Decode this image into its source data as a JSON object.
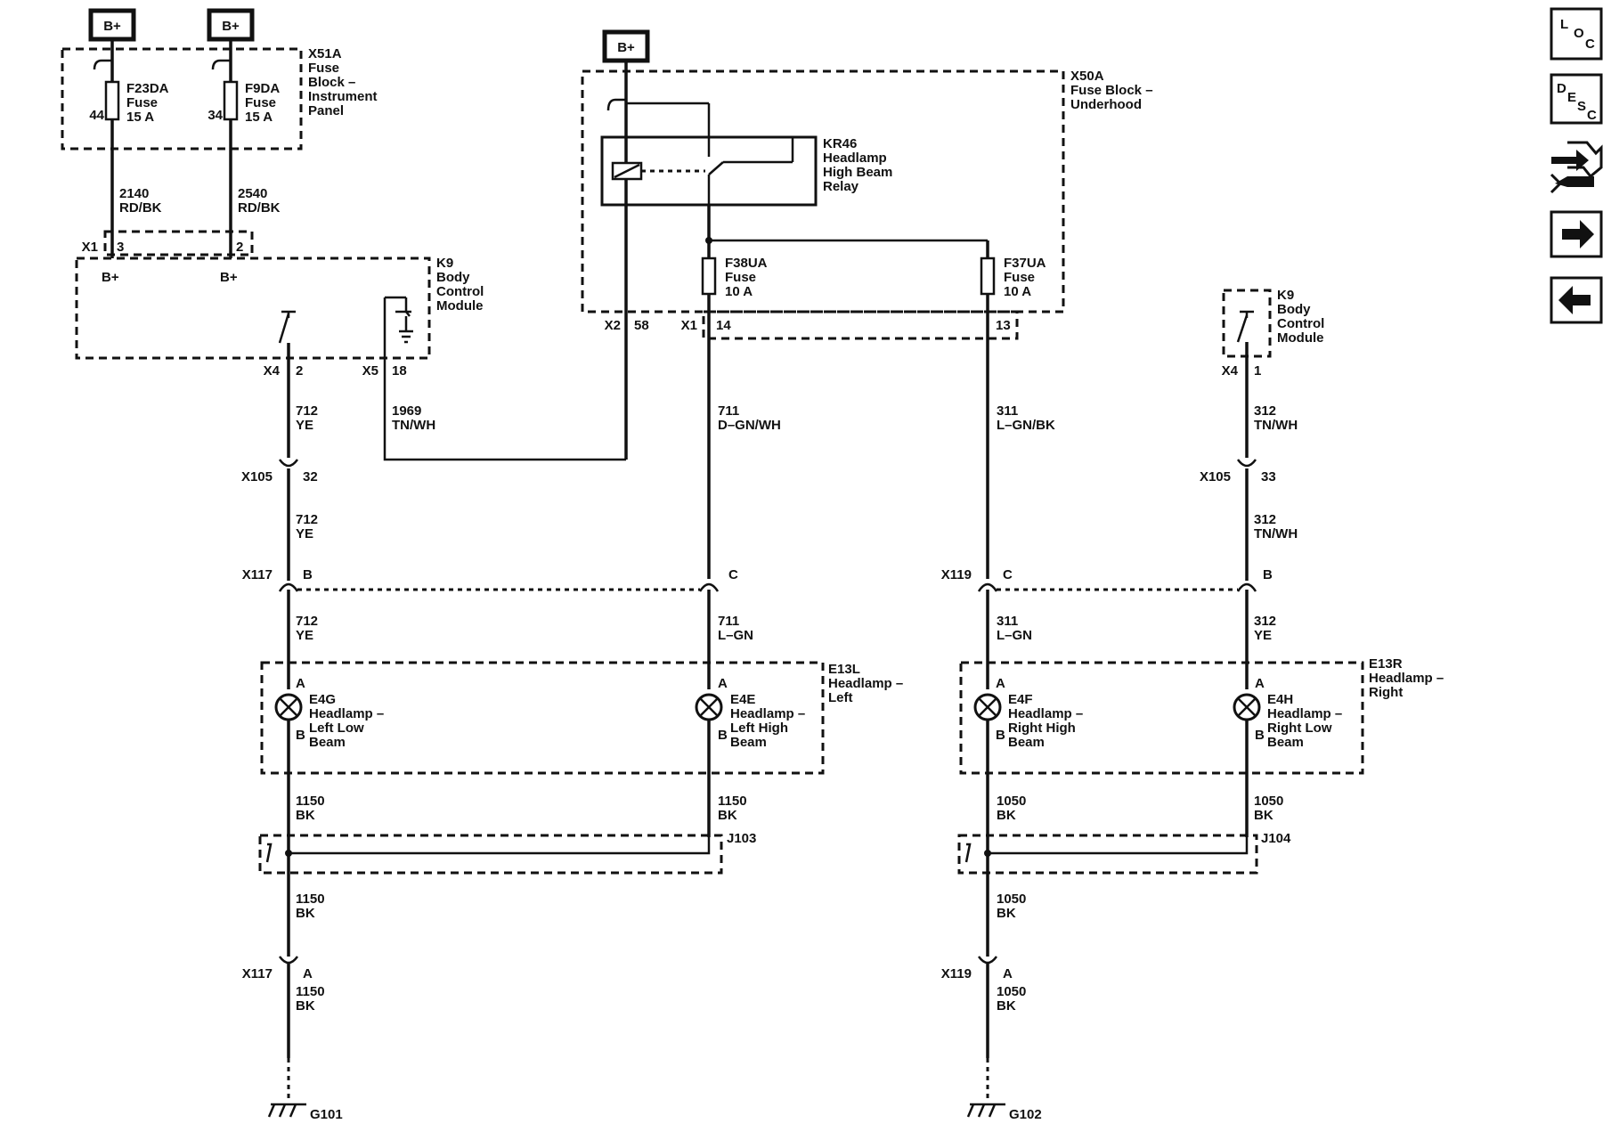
{
  "battery": {
    "label": "B+"
  },
  "x51a": {
    "id": "X51A",
    "name_1": "Fuse",
    "name_2": "Block –",
    "name_3": "Instrument",
    "name_4": "Panel"
  },
  "f23da": {
    "id": "F23DA",
    "type": "Fuse",
    "rating": "15 A",
    "pin": "44"
  },
  "f9da": {
    "id": "F9DA",
    "type": "Fuse",
    "rating": "15 A",
    "pin": "34"
  },
  "w2140": {
    "circuit": "2140",
    "color": "RD/BK"
  },
  "w2540": {
    "circuit": "2540",
    "color": "RD/BK"
  },
  "k9": {
    "id": "K9",
    "name_1": "Body",
    "name_2": "Control",
    "name_3": "Module",
    "bplus": "B+"
  },
  "k9_pins": {
    "x1": "X1",
    "x1_p3": "3",
    "x1_p2": "2",
    "x4": "X4",
    "x4_p2": "2",
    "x5": "X5",
    "x5_p18": "18",
    "x4_p1": "1"
  },
  "x50a": {
    "id": "X50A",
    "name_1": "Fuse Block –",
    "name_2": "Underhood"
  },
  "kr46": {
    "id": "KR46",
    "name_1": "Headlamp",
    "name_2": "High Beam",
    "name_3": "Relay"
  },
  "f38ua": {
    "id": "F38UA",
    "type": "Fuse",
    "rating": "10 A"
  },
  "f37ua": {
    "id": "F37UA",
    "type": "Fuse",
    "rating": "10 A"
  },
  "x50a_pins": {
    "x2": "X2",
    "x2_p58": "58",
    "x1": "X1",
    "x1_p14": "14",
    "x1_p13": "13"
  },
  "w712": {
    "circuit": "712",
    "color": "YE"
  },
  "w1969": {
    "circuit": "1969",
    "color": "TN/WH"
  },
  "w711a": {
    "circuit": "711",
    "color": "D–GN/WH"
  },
  "w711b": {
    "circuit": "711",
    "color": "L–GN"
  },
  "w311a": {
    "circuit": "311",
    "color": "L–GN/BK"
  },
  "w311b": {
    "circuit": "311",
    "color": "L–GN"
  },
  "w312": {
    "circuit": "312",
    "color": "TN/WH"
  },
  "w312b": {
    "circuit": "312",
    "color": "YE"
  },
  "w1150": {
    "circuit": "1150",
    "color": "BK"
  },
  "w1050": {
    "circuit": "1050",
    "color": "BK"
  },
  "x105": {
    "id": "X105",
    "p32": "32",
    "p33": "33"
  },
  "x117": {
    "id": "X117",
    "pB": "B",
    "pC": "C",
    "pA": "A"
  },
  "x119": {
    "id": "X119",
    "pC": "C",
    "pB": "B",
    "pA": "A"
  },
  "e13l": {
    "id": "E13L",
    "name_1": "Headlamp –",
    "name_2": "Left"
  },
  "e13r": {
    "id": "E13R",
    "name_1": "Headlamp –",
    "name_2": "Right"
  },
  "e4g": {
    "id": "E4G",
    "name_1": "Headlamp –",
    "name_2": "Left Low",
    "name_3": "Beam",
    "pA": "A",
    "pB": "B"
  },
  "e4e": {
    "id": "E4E",
    "name_1": "Headlamp –",
    "name_2": "Left High",
    "name_3": "Beam",
    "pA": "A",
    "pB": "B"
  },
  "e4f": {
    "id": "E4F",
    "name_1": "Headlamp –",
    "name_2": "Right High",
    "name_3": "Beam",
    "pA": "A",
    "pB": "B"
  },
  "e4h": {
    "id": "E4H",
    "name_1": "Headlamp –",
    "name_2": "Right Low",
    "name_3": "Beam",
    "pA": "A",
    "pB": "B"
  },
  "j103": {
    "id": "J103"
  },
  "j104": {
    "id": "J104"
  },
  "g101": {
    "id": "G101"
  },
  "g102": {
    "id": "G102"
  },
  "nav": {
    "loc": {
      "l1": "L",
      "l2": "O",
      "l3": "C"
    },
    "desc": {
      "l1": "D",
      "l2": "E",
      "l3": "S",
      "l4": "C"
    },
    "connector_icon": "connector-repair-icon",
    "next_icon": "arrow-right-icon",
    "prev_icon": "arrow-left-icon"
  }
}
